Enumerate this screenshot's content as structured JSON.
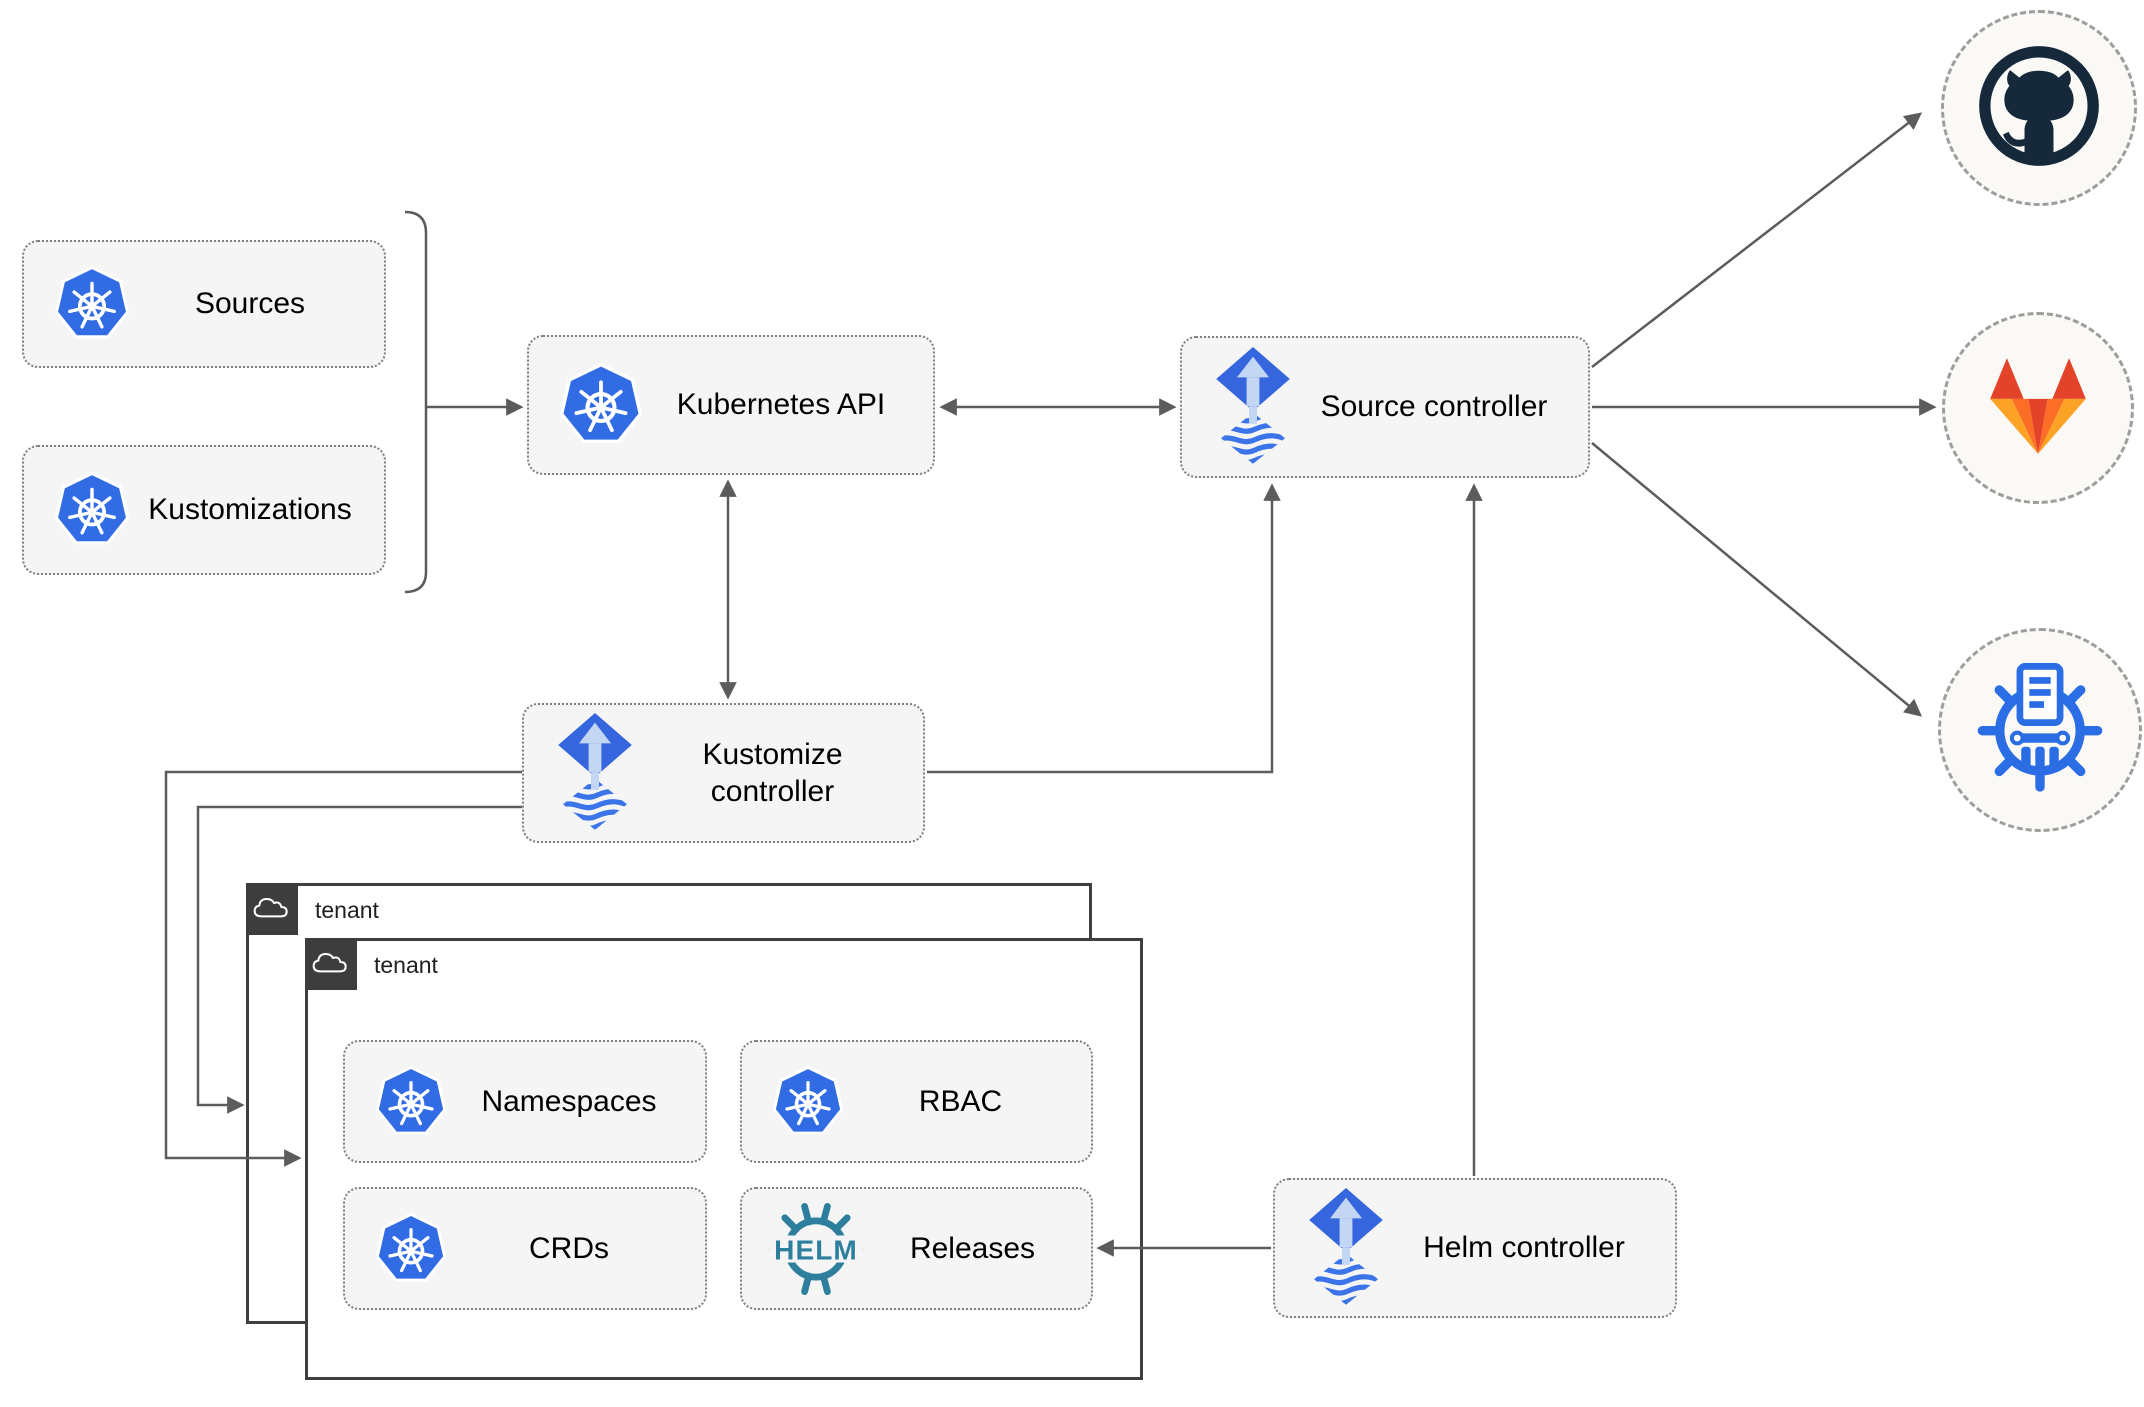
{
  "nodes": {
    "sources": {
      "label": "Sources"
    },
    "kustomizations": {
      "label": "Kustomizations"
    },
    "kubernetes_api": {
      "label": "Kubernetes API"
    },
    "source_controller": {
      "label": "Source controller"
    },
    "kustomize_controller": {
      "label": "Kustomize controller"
    },
    "helm_controller": {
      "label": "Helm controller"
    },
    "tenant_outer": {
      "label": "tenant"
    },
    "tenant_inner": {
      "label": "tenant"
    },
    "namespaces": {
      "label": "Namespaces"
    },
    "rbac": {
      "label": "RBAC"
    },
    "crds": {
      "label": "CRDs"
    },
    "releases": {
      "label": "Releases"
    }
  },
  "icons": {
    "helm_wheel_text": "HELM"
  },
  "colors": {
    "kubernetes_blue": "#326ce5",
    "flux_blue": "#3566de",
    "flux_arrow_light": "#c3d6f4",
    "helm_teal": "#2e7f9e",
    "github_dark": "#16293b",
    "gitlab_red": "#e24329",
    "gitlab_orange": "#fc6d26",
    "gitlab_amber": "#fca326",
    "chartmuseum_blue": "#2b6de4",
    "connector_gray": "#5c5c5c",
    "node_fill": "#f5f5f5",
    "tenant_header_dark": "#3d3d3d"
  }
}
